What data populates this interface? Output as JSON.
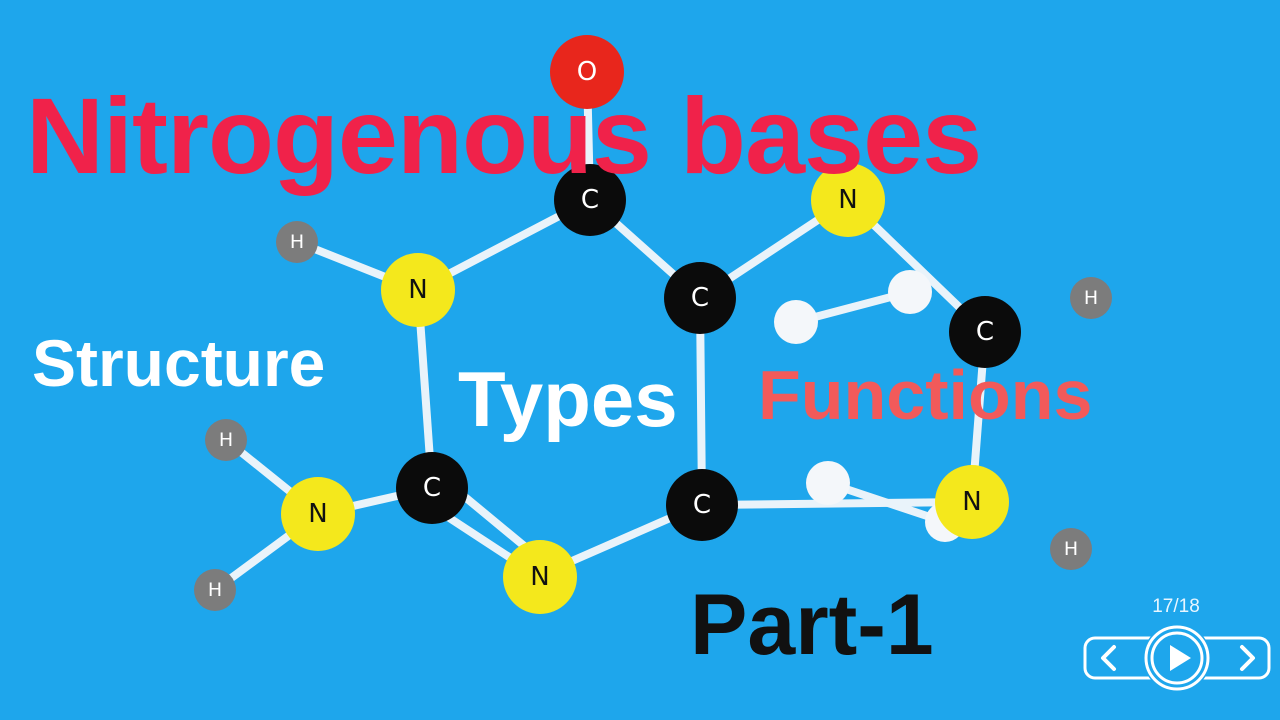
{
  "title": "Nitrogenous bases",
  "topics": [
    "Structure",
    "Types",
    "Functions"
  ],
  "part_label": "Part-1",
  "slide_counter": "17/18",
  "molecule": {
    "oxygen": "O",
    "carbon": "C",
    "nitrogen": "N",
    "hydrogen": "H"
  },
  "colors": {
    "background": "#1ea6ec",
    "title": "#f0224a",
    "functions": "#f25a5a",
    "oxygen_atom": "#e8261c",
    "carbon_atom": "#0b0b0b",
    "nitrogen_atom": "#f4e81c",
    "hydrogen_atom": "#7c7c7c"
  },
  "player": {
    "prev_icon": "chevron-left-icon",
    "play_icon": "play-icon",
    "next_icon": "chevron-right-icon"
  }
}
